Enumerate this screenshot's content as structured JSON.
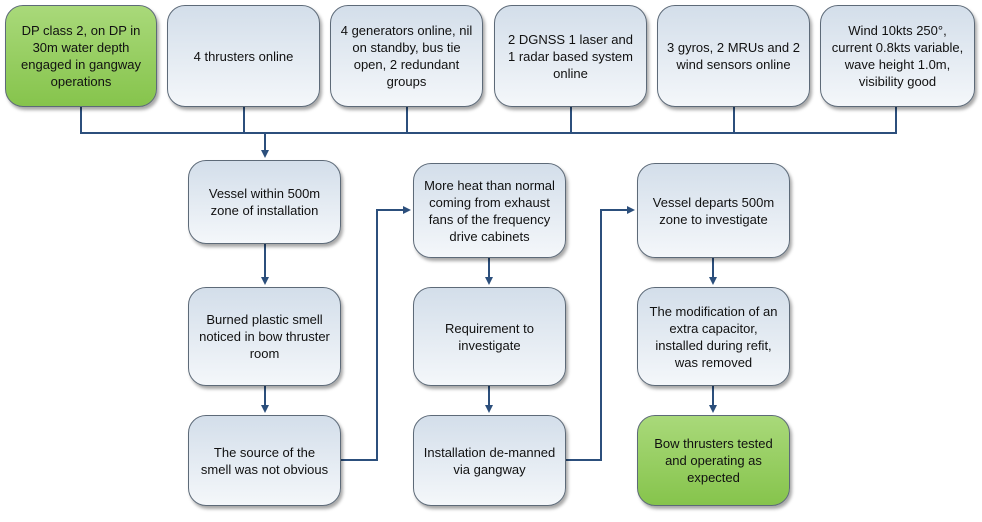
{
  "top_row": [
    {
      "text": "DP class 2, on DP in 30m water depth engaged in gangway operations",
      "highlight": true
    },
    {
      "text": "4 thrusters online",
      "highlight": false
    },
    {
      "text": "4 generators online, nil on standby, bus tie open, 2 redundant groups",
      "highlight": false
    },
    {
      "text": "2 DGNSS 1 laser and 1 radar based system online",
      "highlight": false
    },
    {
      "text": "3 gyros, 2 MRUs and 2 wind sensors online",
      "highlight": false
    },
    {
      "text": "Wind 10kts 250°, current 0.8kts variable, wave height 1.0m, visibility good",
      "highlight": false
    }
  ],
  "sequence": {
    "column1": [
      "Vessel within 500m zone of installation",
      "Burned plastic smell noticed in bow thruster room",
      "The source of the smell was not obvious"
    ],
    "column2": [
      "More heat than normal coming from exhaust fans of the frequency drive cabinets",
      "Requirement to investigate",
      "Installation de-manned via gangway"
    ],
    "column3": [
      "Vessel departs 500m zone to investigate",
      "The modification of an extra capacitor, installed during refit, was removed",
      "Bow thrusters tested and operating as expected"
    ]
  },
  "colors": {
    "line": "#2c4f7c",
    "green": "#86c44c",
    "box": "#d3deea"
  }
}
